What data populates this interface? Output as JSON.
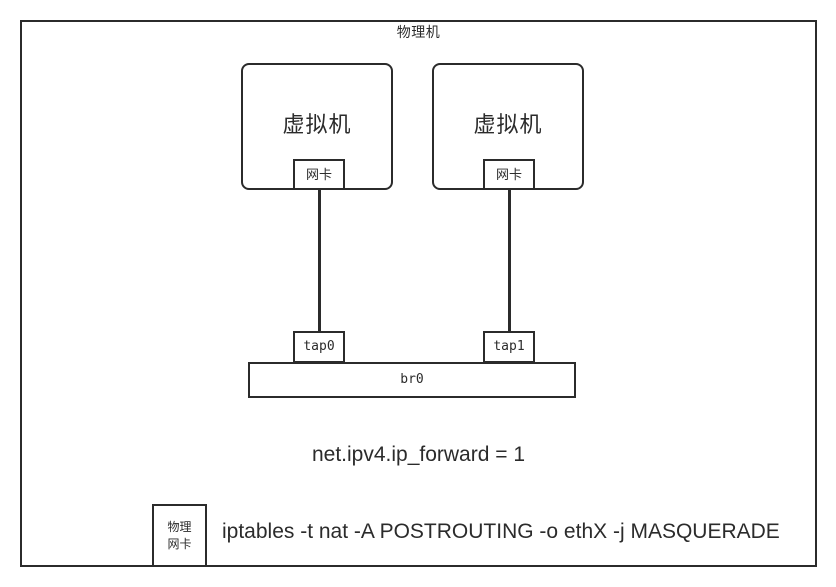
{
  "diagram": {
    "host": {
      "label": "物理机"
    },
    "vms": [
      {
        "label": "虚拟机",
        "nic_label": "网卡",
        "tap_label": "tap0"
      },
      {
        "label": "虚拟机",
        "nic_label": "网卡",
        "tap_label": "tap1"
      }
    ],
    "bridge": {
      "label": "br0"
    },
    "sysctl": {
      "text": "net.ipv4.ip_forward = 1"
    },
    "physical_nic": {
      "line1": "物理",
      "line2": "网卡"
    },
    "iptables": {
      "command": "iptables -t nat -A POSTROUTING -o ethX -j MASQUERADE"
    },
    "colors": {
      "stroke": "#2b2b2b",
      "background": "#ffffff",
      "text": "#2b2b2b"
    }
  }
}
